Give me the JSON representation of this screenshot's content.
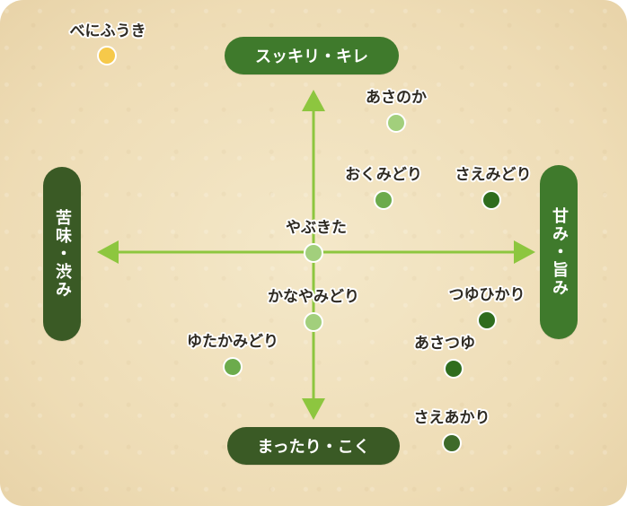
{
  "axes": {
    "top": "スッキリ・キレ",
    "bottom": "まったり・こく",
    "left": "苦味・渋み",
    "right": "甘み・旨み"
  },
  "colors": {
    "axis_arrow": "#8dc63f",
    "pill_dark": "#3a5a25",
    "pill_mid": "#3f7a2c"
  },
  "varieties": [
    {
      "name": "べにふうき",
      "color": "#f6c94a"
    },
    {
      "name": "あさのか",
      "color": "#a2cf7c"
    },
    {
      "name": "おくみどり",
      "color": "#6cab4c"
    },
    {
      "name": "さえみどり",
      "color": "#2f6d1e"
    },
    {
      "name": "やぶきた",
      "color": "#a2cf7c"
    },
    {
      "name": "かなやみどり",
      "color": "#a2cf7c"
    },
    {
      "name": "つゆひかり",
      "color": "#2f6d1e"
    },
    {
      "name": "ゆたかみどり",
      "color": "#6cab4c"
    },
    {
      "name": "あさつゆ",
      "color": "#2f6d1e"
    },
    {
      "name": "さえあかり",
      "color": "#3e6a2a"
    }
  ]
}
